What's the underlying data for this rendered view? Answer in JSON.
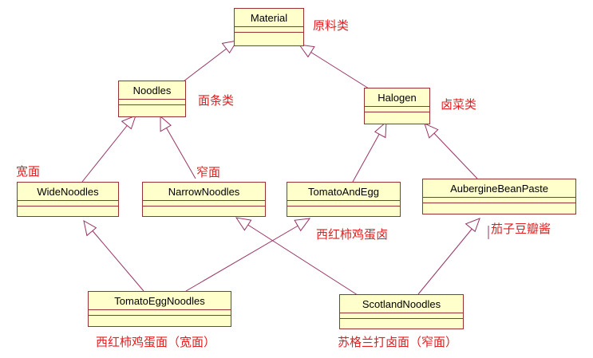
{
  "classes": {
    "material": "Material",
    "noodles": "Noodles",
    "halogen": "Halogen",
    "wide_noodles": "WideNoodles",
    "narrow_noodles": "NarrowNoodles",
    "tomato_and_egg": "TomatoAndEgg",
    "aubergine_bean_paste": "AubergineBeanPaste",
    "tomato_egg_noodles": "TomatoEggNoodles",
    "scotland_noodles": "ScotlandNoodles"
  },
  "notes": {
    "material": "原料类",
    "noodles": "面条类",
    "halogen": "卤菜类",
    "wide": "宽面",
    "narrow": "窄面",
    "tomato_egg_halogen": "西红柿鸡蛋卤",
    "aubergine": "茄子豆瓣酱",
    "tomato_egg_noodles": "西红柿鸡蛋面（宽面）",
    "scotland_noodles": "苏格兰打卤面（窄面）"
  },
  "colors": {
    "class_fill": "#ffffcc",
    "class_border": "#993333",
    "relation_line": "#993366",
    "note_text": "#e02020"
  }
}
